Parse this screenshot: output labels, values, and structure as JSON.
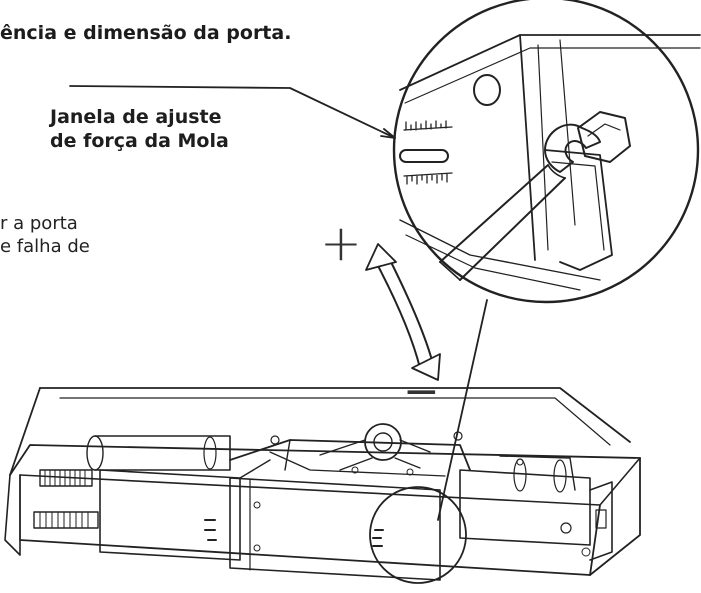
{
  "diagram": {
    "title_text": "ência e  dimensão da porta.",
    "callout": {
      "line1": "Janela de ajuste",
      "line2": "de força da Mola"
    },
    "side_note": {
      "line1": "r a porta",
      "line2": "e falha de"
    },
    "plus_symbol": "+",
    "minus_symbol": "−",
    "colors": {
      "line": "#222222",
      "text": "#1c1c1c"
    }
  }
}
